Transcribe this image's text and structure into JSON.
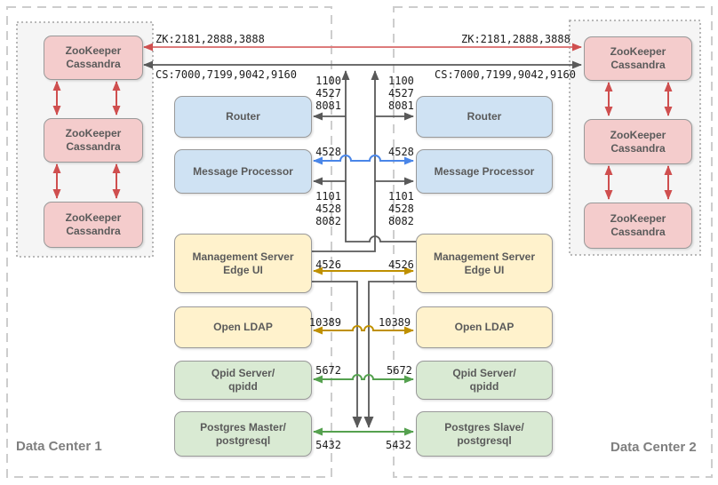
{
  "regions": {
    "dc1_label": "Data Center 1",
    "dc2_label": "Data Center 2"
  },
  "cluster_node_label": "ZooKeeper\nCassandra",
  "edge_labels": {
    "zk": "ZK:2181,2888,3888",
    "cs": "CS:7000,7199,9042,9160",
    "router_mgmt_ports": "1100\n4527\n8081",
    "mp_sync_port": "4528",
    "mp_mgmt_ports": "1101\n4528\n8082",
    "mgmt_port": "4526",
    "ldap_port": "10389",
    "qpid_port": "5672",
    "postgres_port": "5432"
  },
  "nodes_left": [
    "Router",
    "Message Processor",
    "Management Server\nEdge UI",
    "Open LDAP",
    "Qpid Server/\nqpidd",
    "Postgres Master/\npostgresql"
  ],
  "nodes_right": [
    "Router",
    "Message Processor",
    "Management Server\nEdge UI",
    "Open LDAP",
    "Qpid Server/\nqpidd",
    "Postgres Slave/\npostgresql"
  ],
  "colors": {
    "zk_line": "#dd7b7b",
    "red_arrow": "#cf4f4f",
    "dark_arrow": "#595959",
    "blue_arrow": "#4a86e8",
    "gold_arrow": "#bf9000",
    "green_arrow": "#55a14f",
    "pink_fill": "#f4cccc",
    "blue_fill": "#cfe2f3",
    "cream_fill": "#fff2cc",
    "green_fill": "#d9ead3"
  }
}
